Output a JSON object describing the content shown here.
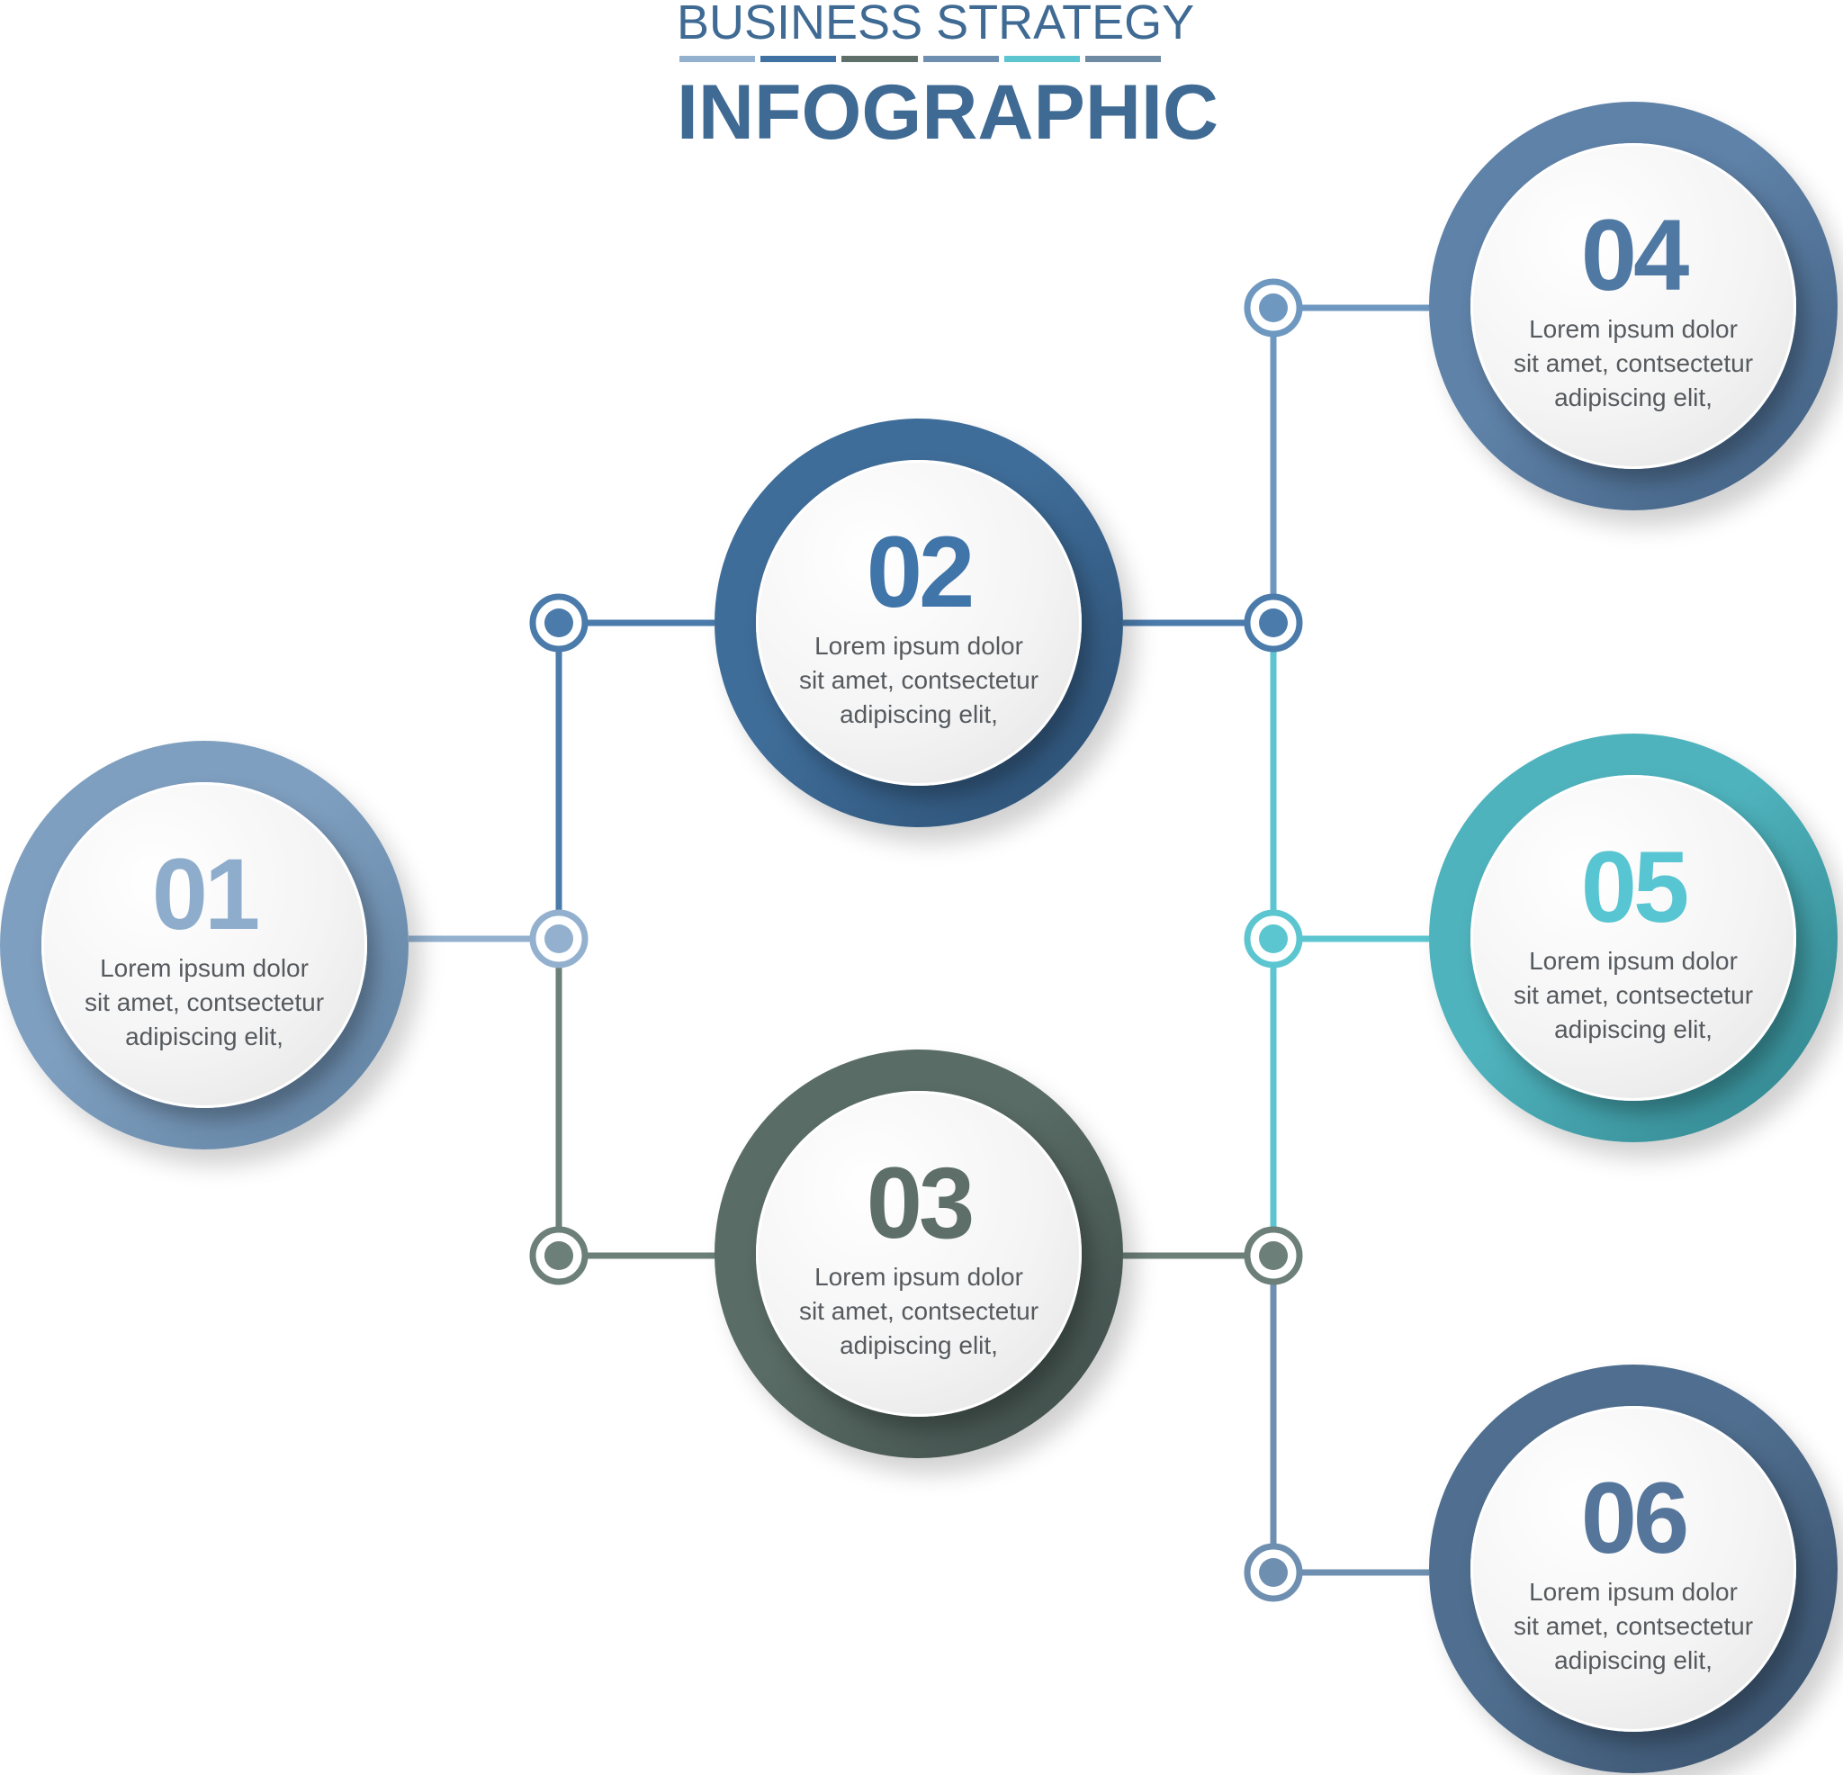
{
  "header": {
    "title_top": "BUSINESS STRATEGY",
    "title_main": "INFOGRAPHIC",
    "bar_colors": [
      "#93b1cf",
      "#3f72a3",
      "#5f706a",
      "#6f8fb1",
      "#5cc6d0",
      "#6f8aa3"
    ]
  },
  "colors": {
    "text_primary": "#3f6a93",
    "body_text": "#565a5e"
  },
  "steps": [
    {
      "number": "01",
      "line1": "Lorem ipsum dolor",
      "line2": "sit amet, contsectetur",
      "line3": "adipiscing elit,",
      "color": "#7f9fc0",
      "dark": "#5f7f9f",
      "num_color": "#8eadcc"
    },
    {
      "number": "02",
      "line1": "Lorem ipsum dolor",
      "line2": "sit amet, contsectetur",
      "line3": "adipiscing elit,",
      "color": "#3f6d99",
      "dark": "#2b4d70",
      "num_color": "#3f75a8"
    },
    {
      "number": "03",
      "line1": "Lorem ipsum dolor",
      "line2": "sit amet, contsectetur",
      "line3": "adipiscing elit,",
      "color": "#5a6c66",
      "dark": "#3c4a46",
      "num_color": "#5e6f69"
    },
    {
      "number": "04",
      "line1": "Lorem ipsum dolor",
      "line2": "sit amet, contsectetur",
      "line3": "adipiscing elit,",
      "color": "#5f82a8",
      "dark": "#3f5d7e",
      "num_color": "#4f78a3"
    },
    {
      "number": "05",
      "line1": "Lorem ipsum dolor",
      "line2": "sit amet, contsectetur",
      "line3": "adipiscing elit,",
      "color": "#4fb3bd",
      "dark": "#2f8089",
      "num_color": "#58c5d2"
    },
    {
      "number": "06",
      "line1": "Lorem ipsum dolor",
      "line2": "sit amet, contsectetur",
      "line3": "adipiscing elit,",
      "color": "#506f90",
      "dark": "#374e68",
      "num_color": "#55769a"
    }
  ],
  "connector_colors": {
    "c1_up": "#4a7bab",
    "c1_down": "#6c7f78",
    "c1_mid": "#93b1cf",
    "c2_up": "#6f98c0",
    "c2_upper_mid": "#4a7bab",
    "c2_lower_mid": "#5cc6d0",
    "c2_center": "#5cc6d0",
    "c2_lower": "#6c7f78",
    "c2_bottom": "#6f8fb1"
  }
}
